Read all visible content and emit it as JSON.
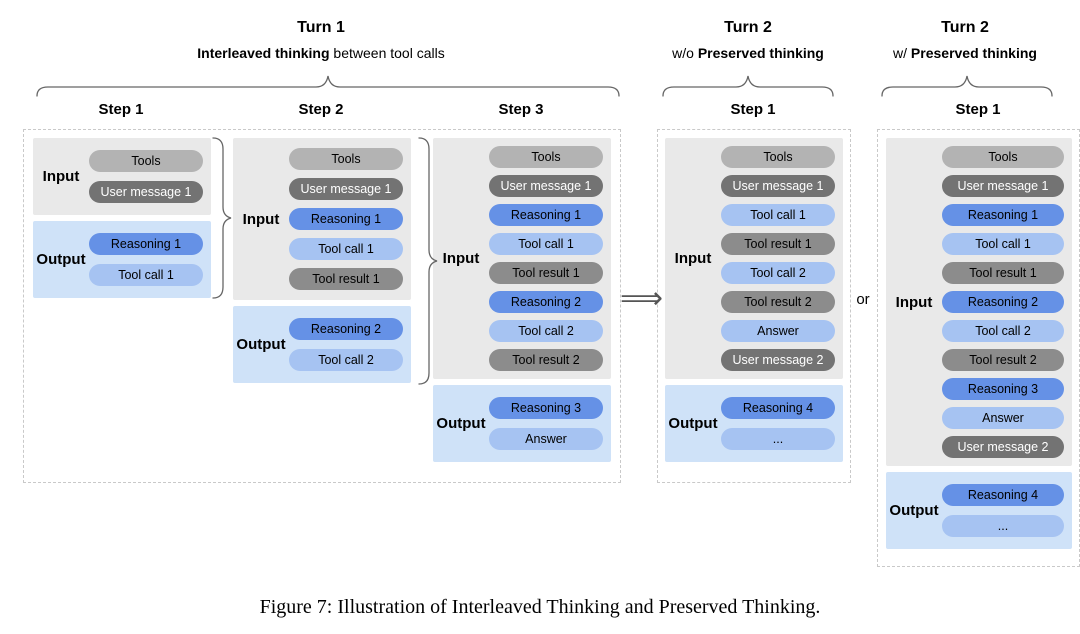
{
  "caption": "Figure 7: Illustration of Interleaved Thinking and Preserved Thinking.",
  "labels": {
    "input": "Input",
    "output": "Output"
  },
  "connectors": {
    "arrow": "⟹",
    "or_label": "or"
  },
  "colors": {
    "tools": "#b3b3b3",
    "user_message": "#737373",
    "user_message_text": "#ffffff",
    "tool_result": "#8c8c8c",
    "reasoning": "#6591e6",
    "tool_call": "#a6c3f2",
    "answer": "#a6c3f2",
    "ellipsis": "#a6c3f2",
    "input_bg": "#e9e9e9",
    "output_bg": "#cfe2f8",
    "pill_text": "#000000"
  },
  "groups": [
    {
      "title": "Turn 1",
      "subtitle_prefix": "",
      "subtitle_bold": "Interleaved thinking",
      "subtitle_rest": " between tool calls",
      "steps": [
        {
          "label": "Step 1",
          "input": [
            {
              "type": "tools",
              "label": "Tools"
            },
            {
              "type": "user",
              "label": "User message 1"
            }
          ],
          "output": [
            {
              "type": "reasoning",
              "label": "Reasoning 1"
            },
            {
              "type": "toolcall",
              "label": "Tool call 1"
            }
          ]
        },
        {
          "label": "Step 2",
          "input": [
            {
              "type": "tools",
              "label": "Tools"
            },
            {
              "type": "user",
              "label": "User message 1"
            },
            {
              "type": "reasoning",
              "label": "Reasoning 1"
            },
            {
              "type": "toolcall",
              "label": "Tool call 1"
            },
            {
              "type": "toolresult",
              "label": "Tool result 1"
            }
          ],
          "output": [
            {
              "type": "reasoning",
              "label": "Reasoning 2"
            },
            {
              "type": "toolcall",
              "label": "Tool call 2"
            }
          ]
        },
        {
          "label": "Step 3",
          "input": [
            {
              "type": "tools",
              "label": "Tools"
            },
            {
              "type": "user",
              "label": "User message 1"
            },
            {
              "type": "reasoning",
              "label": "Reasoning 1"
            },
            {
              "type": "toolcall",
              "label": "Tool call 1"
            },
            {
              "type": "toolresult",
              "label": "Tool result 1"
            },
            {
              "type": "reasoning",
              "label": "Reasoning 2"
            },
            {
              "type": "toolcall",
              "label": "Tool call 2"
            },
            {
              "type": "toolresult",
              "label": "Tool result 2"
            }
          ],
          "output": [
            {
              "type": "reasoning",
              "label": "Reasoning 3"
            },
            {
              "type": "answer",
              "label": "Answer"
            }
          ]
        }
      ]
    },
    {
      "title": "Turn 2",
      "subtitle_prefix": "w/o ",
      "subtitle_bold": "Preserved thinking",
      "subtitle_rest": "",
      "steps": [
        {
          "label": "Step 1",
          "input": [
            {
              "type": "tools",
              "label": "Tools"
            },
            {
              "type": "user",
              "label": "User message 1"
            },
            {
              "type": "toolcall",
              "label": "Tool call 1"
            },
            {
              "type": "toolresult",
              "label": "Tool result 1"
            },
            {
              "type": "toolcall",
              "label": "Tool call 2"
            },
            {
              "type": "toolresult",
              "label": "Tool result 2"
            },
            {
              "type": "answer",
              "label": "Answer"
            },
            {
              "type": "user",
              "label": "User message 2"
            }
          ],
          "output": [
            {
              "type": "reasoning",
              "label": "Reasoning 4"
            },
            {
              "type": "ellipsis",
              "label": "..."
            }
          ]
        }
      ]
    },
    {
      "title": "Turn 2",
      "subtitle_prefix": "w/ ",
      "subtitle_bold": "Preserved thinking",
      "subtitle_rest": "",
      "steps": [
        {
          "label": "Step 1",
          "input": [
            {
              "type": "tools",
              "label": "Tools"
            },
            {
              "type": "user",
              "label": "User message 1"
            },
            {
              "type": "reasoning",
              "label": "Reasoning 1"
            },
            {
              "type": "toolcall",
              "label": "Tool call 1"
            },
            {
              "type": "toolresult",
              "label": "Tool result 1"
            },
            {
              "type": "reasoning",
              "label": "Reasoning 2"
            },
            {
              "type": "toolcall",
              "label": "Tool call 2"
            },
            {
              "type": "toolresult",
              "label": "Tool result 2"
            },
            {
              "type": "reasoning",
              "label": "Reasoning 3"
            },
            {
              "type": "answer",
              "label": "Answer"
            },
            {
              "type": "user",
              "label": "User message 2"
            }
          ],
          "output": [
            {
              "type": "reasoning",
              "label": "Reasoning 4"
            },
            {
              "type": "ellipsis",
              "label": "..."
            }
          ]
        }
      ]
    }
  ]
}
